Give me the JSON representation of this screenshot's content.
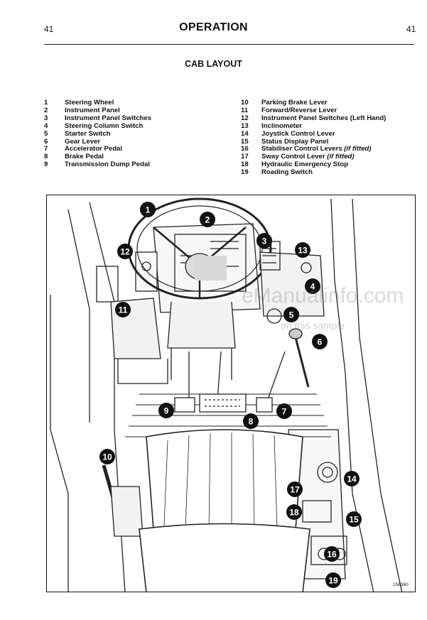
{
  "header": {
    "page_left": "41",
    "title": "OPERATION",
    "page_right": "41"
  },
  "subtitle": "CAB LAYOUT",
  "legend_left": [
    {
      "num": "1",
      "label": "Steering Wheel"
    },
    {
      "num": "2",
      "label": "Instrument Panel"
    },
    {
      "num": "3",
      "label": "Instrument Panel Switches"
    },
    {
      "num": "4",
      "label": "Steering Column Switch"
    },
    {
      "num": "5",
      "label": "Starter Switch"
    },
    {
      "num": "6",
      "label": "Gear Lever"
    },
    {
      "num": "7",
      "label": "Accelerator Pedal"
    },
    {
      "num": "8",
      "label": "Brake Pedal"
    },
    {
      "num": "9",
      "label": "Transmission Dump Pedal"
    }
  ],
  "legend_right": [
    {
      "num": "10",
      "label": "Parking Brake Lever",
      "note": ""
    },
    {
      "num": "11",
      "label": "Forward/Reverse Lever",
      "note": ""
    },
    {
      "num": "12",
      "label": "Instrument Panel Switches (Left Hand)",
      "note": ""
    },
    {
      "num": "13",
      "label": "Inclinometer",
      "note": ""
    },
    {
      "num": "14",
      "label": "Joystick Control Lever",
      "note": ""
    },
    {
      "num": "15",
      "label": "Status Display Panel",
      "note": ""
    },
    {
      "num": "16",
      "label": "Stabiliser Control Levers",
      "note": "(if fitted)"
    },
    {
      "num": "17",
      "label": "Sway Control Lever",
      "note": "(if fitted)"
    },
    {
      "num": "18",
      "label": "Hydraulic Emergency Stop",
      "note": ""
    },
    {
      "num": "19",
      "label": "Roading Switch",
      "note": ""
    }
  ],
  "figure": {
    "callouts": [
      "1",
      "2",
      "3",
      "4",
      "5",
      "6",
      "7",
      "8",
      "9",
      "10",
      "11",
      "12",
      "13",
      "14",
      "15",
      "16",
      "17",
      "18",
      "19"
    ],
    "code": "156360"
  },
  "watermark": {
    "main": "eManualinfo.com",
    "note": "on this sample"
  }
}
